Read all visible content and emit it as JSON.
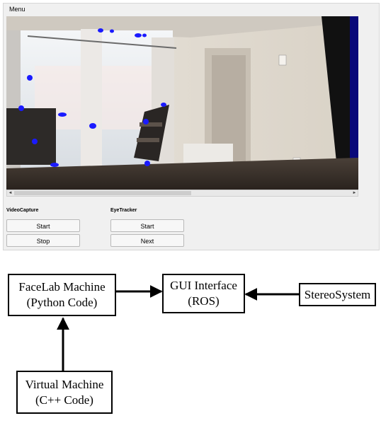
{
  "gui": {
    "menu_label": "Menu",
    "video_capture": {
      "label": "VideoCapture",
      "start_label": "Start",
      "stop_label": "Stop"
    },
    "eye_tracker": {
      "label": "EyeTracker",
      "start_label": "Start",
      "next_label": "Next"
    },
    "scroll_left_glyph": "◄",
    "scroll_right_glyph": "►",
    "tracked_point_color": "#1a1aff"
  },
  "diagram": {
    "facelab": {
      "line1": "FaceLab Machine",
      "line2": "(Python Code)"
    },
    "gui_interface": {
      "line1": "GUI Interface",
      "line2": "(ROS)"
    },
    "stereo": {
      "line1": "StereoSystem"
    },
    "virtual_machine": {
      "line1": "Virtual Machine",
      "line2": "(C++ Code)"
    },
    "connections": [
      {
        "from": "FaceLab Machine",
        "to": "GUI Interface"
      },
      {
        "from": "StereoSystem",
        "to": "GUI Interface"
      },
      {
        "from": "Virtual Machine",
        "to": "FaceLab Machine"
      }
    ]
  }
}
